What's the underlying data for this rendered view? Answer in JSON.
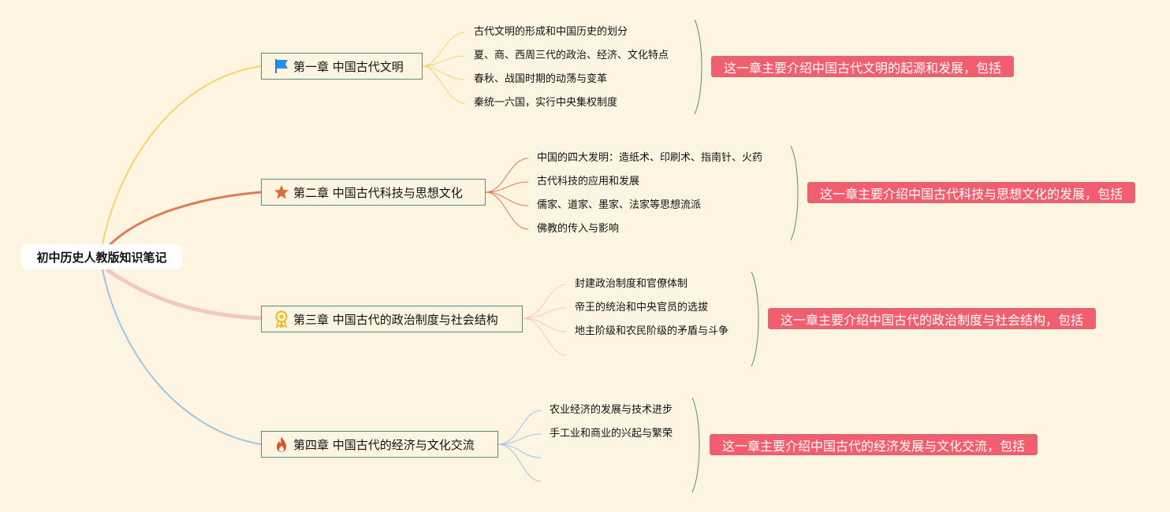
{
  "root": {
    "title": "初中历史人教版知识笔记"
  },
  "chapters": [
    {
      "title": "第一章 中国古代文明",
      "icon": "flag-icon",
      "color": "#f5d565",
      "items": [
        "古代文明的形成和中国历史的划分",
        "夏、商、西周三代的政治、经济、文化特点",
        "春秋、战国时期的动荡与变革",
        "秦统一六国，实行中央集权制度"
      ],
      "summary": "这一章主要介绍中国古代文明的起源和发展，包括"
    },
    {
      "title": "第二章 中国古代科技与思想文化",
      "icon": "star-icon",
      "color": "#e07a55",
      "items": [
        "中国的四大发明：造纸术、印刷术、指南针、火药",
        "古代科技的应用和发展",
        "儒家、道家、墨家、法家等思想流派",
        "佛教的传入与影响"
      ],
      "summary": "这一章主要介绍中国古代科技与思想文化的发展，包括"
    },
    {
      "title": "第三章 中国古代的政治制度与社会结构",
      "icon": "award-icon",
      "color": "#f2c8c3",
      "items": [
        "封建政治制度和官僚体制",
        "帝王的统治和中央官员的选拔",
        "地主阶级和农民阶级的矛盾与斗争",
        ""
      ],
      "summary": "这一章主要介绍中国古代的政治制度与社会结构，包括"
    },
    {
      "title": "第四章 中国古代的经济与文化交流",
      "icon": "fire-icon",
      "color": "#9dc3e6",
      "items": [
        "农业经济的发展与技术进步",
        "手工业和商业的兴起与繁荣",
        "",
        ""
      ],
      "summary": "这一章主要介绍中国古代的经济发展与文化交流，包括"
    }
  ]
}
